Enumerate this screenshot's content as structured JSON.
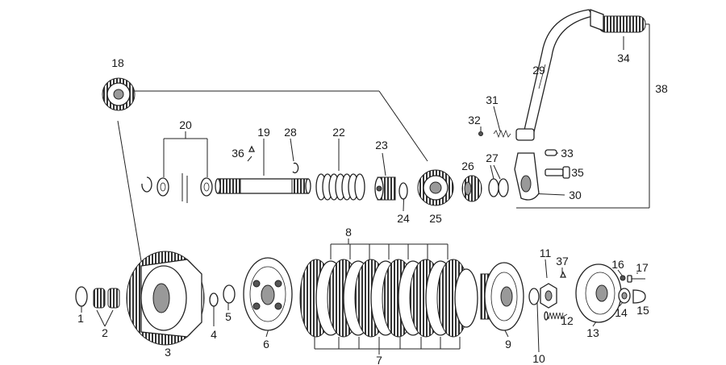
{
  "callouts": [
    "1",
    "2",
    "3",
    "4",
    "5",
    "6",
    "7",
    "8",
    "9",
    "10",
    "11",
    "12",
    "13",
    "14",
    "15",
    "16",
    "17",
    "18",
    "19",
    "20",
    "22",
    "23",
    "24",
    "25",
    "26",
    "27",
    "28",
    "29",
    "30",
    "31",
    "32",
    "33",
    "34",
    "35",
    "36",
    "37",
    "38"
  ]
}
